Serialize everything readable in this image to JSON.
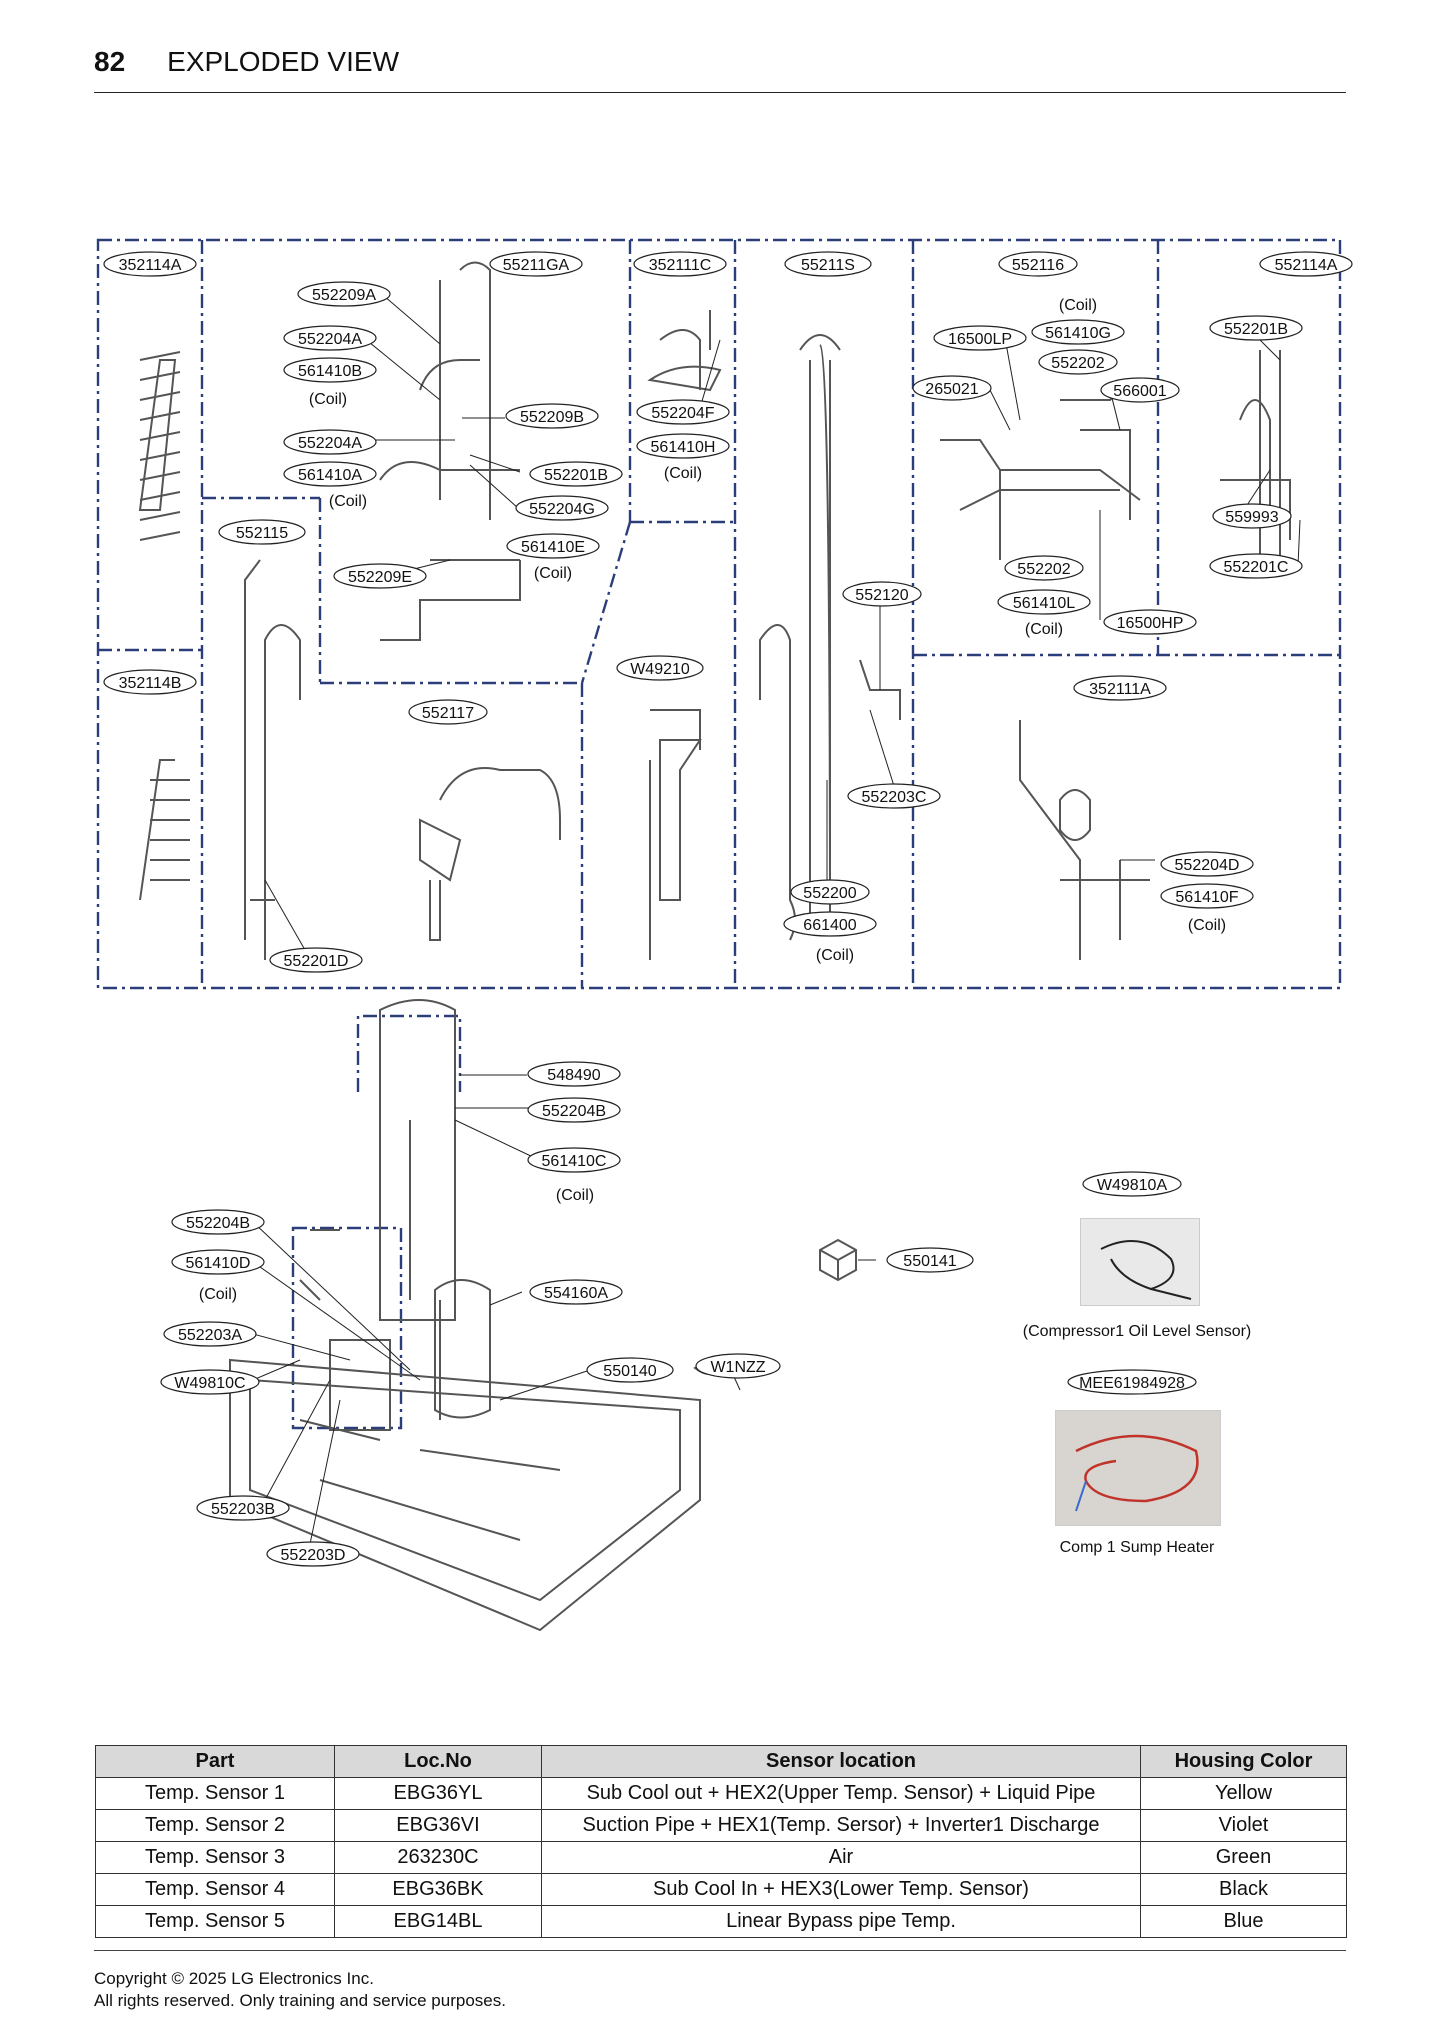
{
  "header": {
    "page_number": "82",
    "title": "EXPLODED VIEW"
  },
  "callouts": [
    {
      "id": "c1",
      "code": "352114A"
    },
    {
      "id": "c2",
      "code": "55211GA"
    },
    {
      "id": "c3",
      "code": "352111C"
    },
    {
      "id": "c4",
      "code": "55211S"
    },
    {
      "id": "c5",
      "code": "552116"
    },
    {
      "id": "c6",
      "code": "552114A"
    },
    {
      "id": "c7",
      "code": "552209A"
    },
    {
      "id": "c8",
      "code": "552204A"
    },
    {
      "id": "c9",
      "code": "561410B"
    },
    {
      "id": "c10",
      "code": "552209B"
    },
    {
      "id": "c11",
      "code": "552204A"
    },
    {
      "id": "c12",
      "code": "561410A"
    },
    {
      "id": "c13",
      "code": "552201B"
    },
    {
      "id": "c14",
      "code": "552204G"
    },
    {
      "id": "c15",
      "code": "561410E"
    },
    {
      "id": "c16",
      "code": "552209E"
    },
    {
      "id": "c17",
      "code": "552115"
    },
    {
      "id": "c18",
      "code": "552204F"
    },
    {
      "id": "c19",
      "code": "561410H"
    },
    {
      "id": "c20",
      "code": "16500LP"
    },
    {
      "id": "c21",
      "code": "561410G"
    },
    {
      "id": "c22",
      "code": "552202"
    },
    {
      "id": "c23",
      "code": "265021"
    },
    {
      "id": "c24",
      "code": "566001"
    },
    {
      "id": "c25",
      "code": "552201B"
    },
    {
      "id": "c26",
      "code": "559993"
    },
    {
      "id": "c27",
      "code": "552202"
    },
    {
      "id": "c28",
      "code": "561410L"
    },
    {
      "id": "c29",
      "code": "16500HP"
    },
    {
      "id": "c30",
      "code": "552201C"
    },
    {
      "id": "c31",
      "code": "552120"
    },
    {
      "id": "c32",
      "code": "352114B"
    },
    {
      "id": "c33",
      "code": "W49210"
    },
    {
      "id": "c34",
      "code": "352111A"
    },
    {
      "id": "c35",
      "code": "552117"
    },
    {
      "id": "c36",
      "code": "552203C"
    },
    {
      "id": "c37",
      "code": "552204D"
    },
    {
      "id": "c38",
      "code": "561410F"
    },
    {
      "id": "c39",
      "code": "552200"
    },
    {
      "id": "c40",
      "code": "661400"
    },
    {
      "id": "c41",
      "code": "552201D"
    },
    {
      "id": "c42",
      "code": "548490"
    },
    {
      "id": "c43",
      "code": "552204B"
    },
    {
      "id": "c44",
      "code": "561410C"
    },
    {
      "id": "c45",
      "code": "552204B"
    },
    {
      "id": "c46",
      "code": "561410D"
    },
    {
      "id": "c47",
      "code": "554160A"
    },
    {
      "id": "c48",
      "code": "550141"
    },
    {
      "id": "c49",
      "code": "552203A"
    },
    {
      "id": "c50",
      "code": "W49810C"
    },
    {
      "id": "c51",
      "code": "550140"
    },
    {
      "id": "c52",
      "code": "W1NZZ"
    },
    {
      "id": "c53",
      "code": "552203B"
    },
    {
      "id": "c54",
      "code": "552203D"
    },
    {
      "id": "c55",
      "code": "W49810A"
    },
    {
      "id": "c56",
      "code": "MEE61984928"
    }
  ],
  "notes": {
    "coil": "(Coil)",
    "oil_sensor_caption": "(Compressor1 Oil Level Sensor)",
    "sump_heater_caption": "Comp 1 Sump Heater"
  },
  "table": {
    "headers": [
      "Part",
      "Loc.No",
      "Sensor location",
      "Housing Color"
    ],
    "rows": [
      [
        "Temp. Sensor 1",
        "EBG36YL",
        "Sub Cool out + HEX2(Upper Temp. Sensor) + Liquid Pipe",
        "Yellow"
      ],
      [
        "Temp. Sensor 2",
        "EBG36VI",
        "Suction Pipe + HEX1(Temp. Sersor) + Inverter1 Discharge",
        "Violet"
      ],
      [
        "Temp. Sensor 3",
        "263230C",
        "Air",
        "Green"
      ],
      [
        "Temp. Sensor 4",
        "EBG36BK",
        "Sub Cool In + HEX3(Lower Temp. Sensor)",
        "Black"
      ],
      [
        "Temp. Sensor 5",
        "EBG14BL",
        "Linear Bypass pipe Temp.",
        "Blue"
      ]
    ]
  },
  "footer": {
    "line1": "Copyright © 2025 LG Electronics Inc.",
    "line2": "All rights reserved. Only training and service purposes."
  }
}
